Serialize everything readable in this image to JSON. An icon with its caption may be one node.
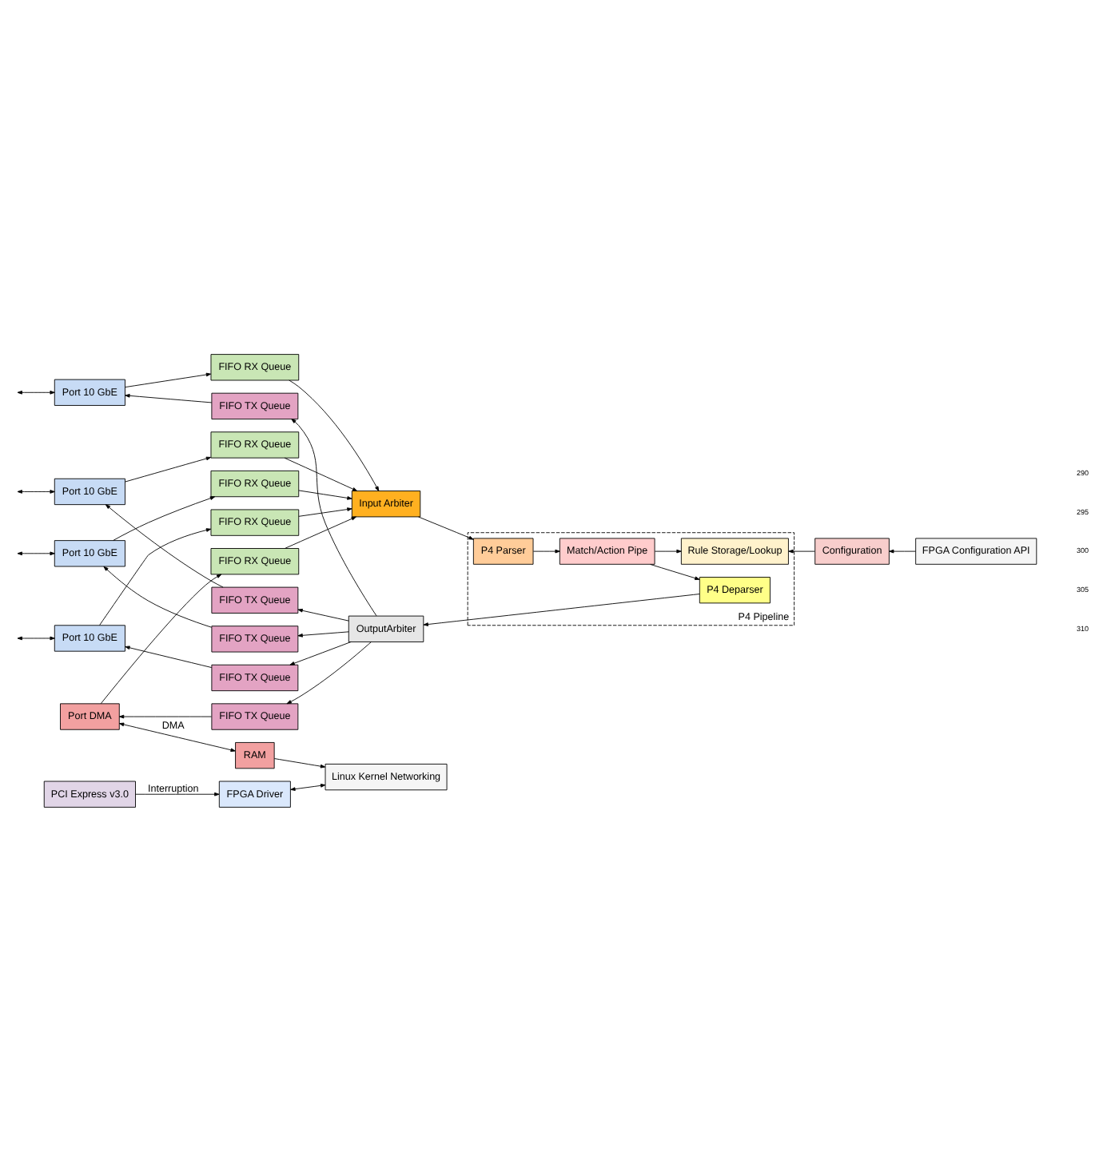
{
  "diagram": {
    "nodes": [
      {
        "text": [
          "Port 10 GbE"
        ]
      },
      {
        "text": [
          "FIFO RX Queue"
        ]
      },
      {
        "text": [
          "FIFO TX Queue"
        ]
      },
      {
        "text": [
          "Port 10 GbE"
        ]
      },
      {
        "text": [
          "FIFO RX Queue"
        ]
      },
      {
        "text": [
          "FIFO TX Queue"
        ]
      },
      {
        "text": [
          "Port 10 GbE"
        ]
      },
      {
        "text": [
          "FIFO RX Queue"
        ]
      },
      {
        "text": [
          "FIFO TX Queue"
        ]
      },
      {
        "text": [
          "Port 10 GbE"
        ]
      },
      {
        "text": [
          "FIFO RX Queue"
        ]
      },
      {
        "text": [
          "FIFO TX Queue"
        ]
      },
      {
        "text": [
          "Port DMA"
        ]
      },
      {
        "text": [
          "FIFO RX Queue"
        ]
      },
      {
        "text": [
          "FIFO TX Queue"
        ]
      },
      {
        "text": [
          "Input Arbiter"
        ]
      },
      {
        "text": [
          "OutputArbiter"
        ]
      },
      {
        "text": [
          "P4 Pipeline"
        ]
      },
      {
        "text": [
          "P4 Parser"
        ],
        "in": 17
      },
      {
        "text": [
          "Match/Action Pipe"
        ],
        "in": 17
      },
      {
        "text": [
          "P4 Deparser"
        ],
        "in": 17
      },
      {
        "text": [
          "Rule Storage/Lookup"
        ],
        "in": 17
      },
      {
        "text": [
          "Configuration"
        ]
      },
      {
        "text": [
          "PCI Express v3.0"
        ]
      },
      {
        "text": [
          "RAM"
        ]
      },
      {
        "text": [
          "FPGA Driver"
        ]
      },
      {
        "text": [
          "Linux Kernel Networking"
        ]
      },
      {
        "text": [
          "FPGA Configuration API"
        ]
      }
    ],
    "edges": [
      {
        "from": null,
        "to": 0,
        "arrow": "both"
      },
      {
        "from": null,
        "to": 3,
        "arrow": "both"
      },
      {
        "from": null,
        "to": 6,
        "arrow": "both"
      },
      {
        "from": null,
        "to": 9,
        "arrow": "both"
      },
      {
        "from": 0,
        "to": 1,
        "arrow": "to"
      },
      {
        "from": 2,
        "to": 0,
        "arrow": "to"
      },
      {
        "from": 3,
        "to": 4,
        "arrow": "to"
      },
      {
        "from": 5,
        "to": 3,
        "arrow": "to"
      },
      {
        "from": 6,
        "to": 7,
        "arrow": "to"
      },
      {
        "from": 8,
        "to": 6,
        "arrow": "to"
      },
      {
        "from": 9,
        "to": 10,
        "arrow": "to"
      },
      {
        "from": 11,
        "to": 9,
        "arrow": "to"
      },
      {
        "from": 12,
        "to": 13,
        "arrow": "to"
      },
      {
        "from": 14,
        "to": 12,
        "arrow": "to"
      },
      {
        "from": 1,
        "to": 15,
        "arrow": "to"
      },
      {
        "from": 4,
        "to": 15,
        "arrow": "to"
      },
      {
        "from": 7,
        "to": 15,
        "arrow": "to"
      },
      {
        "from": 10,
        "to": 15,
        "arrow": "to"
      },
      {
        "from": 13,
        "to": 15,
        "arrow": "to"
      },
      {
        "from": 16,
        "to": 2,
        "arrow": "to"
      },
      {
        "from": 16,
        "to": 5,
        "arrow": "to"
      },
      {
        "from": 16,
        "to": 8,
        "arrow": "to"
      },
      {
        "from": 16,
        "to": 11,
        "arrow": "to"
      },
      {
        "from": 16,
        "to": 14,
        "arrow": "to"
      },
      {
        "from": 15,
        "to": 18,
        "arrow": "to"
      },
      {
        "from": 18,
        "to": 19,
        "arrow": "to"
      },
      {
        "from": 19,
        "to": 20,
        "arrow": "to"
      },
      {
        "from": 20,
        "to": 16,
        "arrow": "to"
      },
      {
        "from": 19,
        "to": 21,
        "arrow": "to"
      },
      {
        "from": 22,
        "to": 21,
        "arrow": "to"
      },
      {
        "from": 27,
        "to": 22,
        "arrow": "to"
      },
      {
        "from": 12,
        "to": 24,
        "arrow": "both",
        "label": "DMA"
      },
      {
        "from": 23,
        "to": 25,
        "arrow": "to",
        "label": "Interruption"
      },
      {
        "from": 24,
        "to": 26,
        "arrow": "to"
      },
      {
        "from": 25,
        "to": 26,
        "arrow": "both"
      }
    ],
    "labels": [
      "290",
      "295",
      "300",
      "305",
      "310"
    ]
  }
}
